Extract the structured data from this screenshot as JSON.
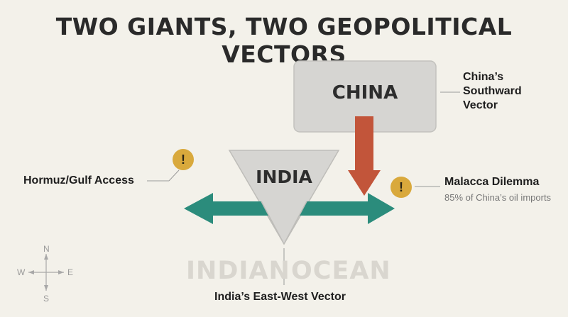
{
  "title": "TWO GIANTS, TWO GEOPOLITICAL VECTORS",
  "nodes": {
    "china": "CHINA",
    "india": "INDIA"
  },
  "labels": {
    "china_vector": "China’s Southward Vector",
    "hormuz": "Hormuz/Gulf Access",
    "malacca": "Malacca Dilemma",
    "malacca_sub": "85% of China’s oil imports",
    "india_vector": "India’s East-West Vector",
    "ocean_left": "INDIAN",
    "ocean_right": "OCEAN"
  },
  "warning_glyph": "!",
  "compass": {
    "n": "N",
    "s": "S",
    "e": "E",
    "w": "W"
  },
  "colors": {
    "background": "#f3f1ea",
    "box": "#d6d5d2",
    "arrow_teal": "#2b8c7c",
    "arrow_red": "#c2553a",
    "warning": "#d9a93c"
  },
  "icons": [
    "warning-icon",
    "compass-icon"
  ]
}
